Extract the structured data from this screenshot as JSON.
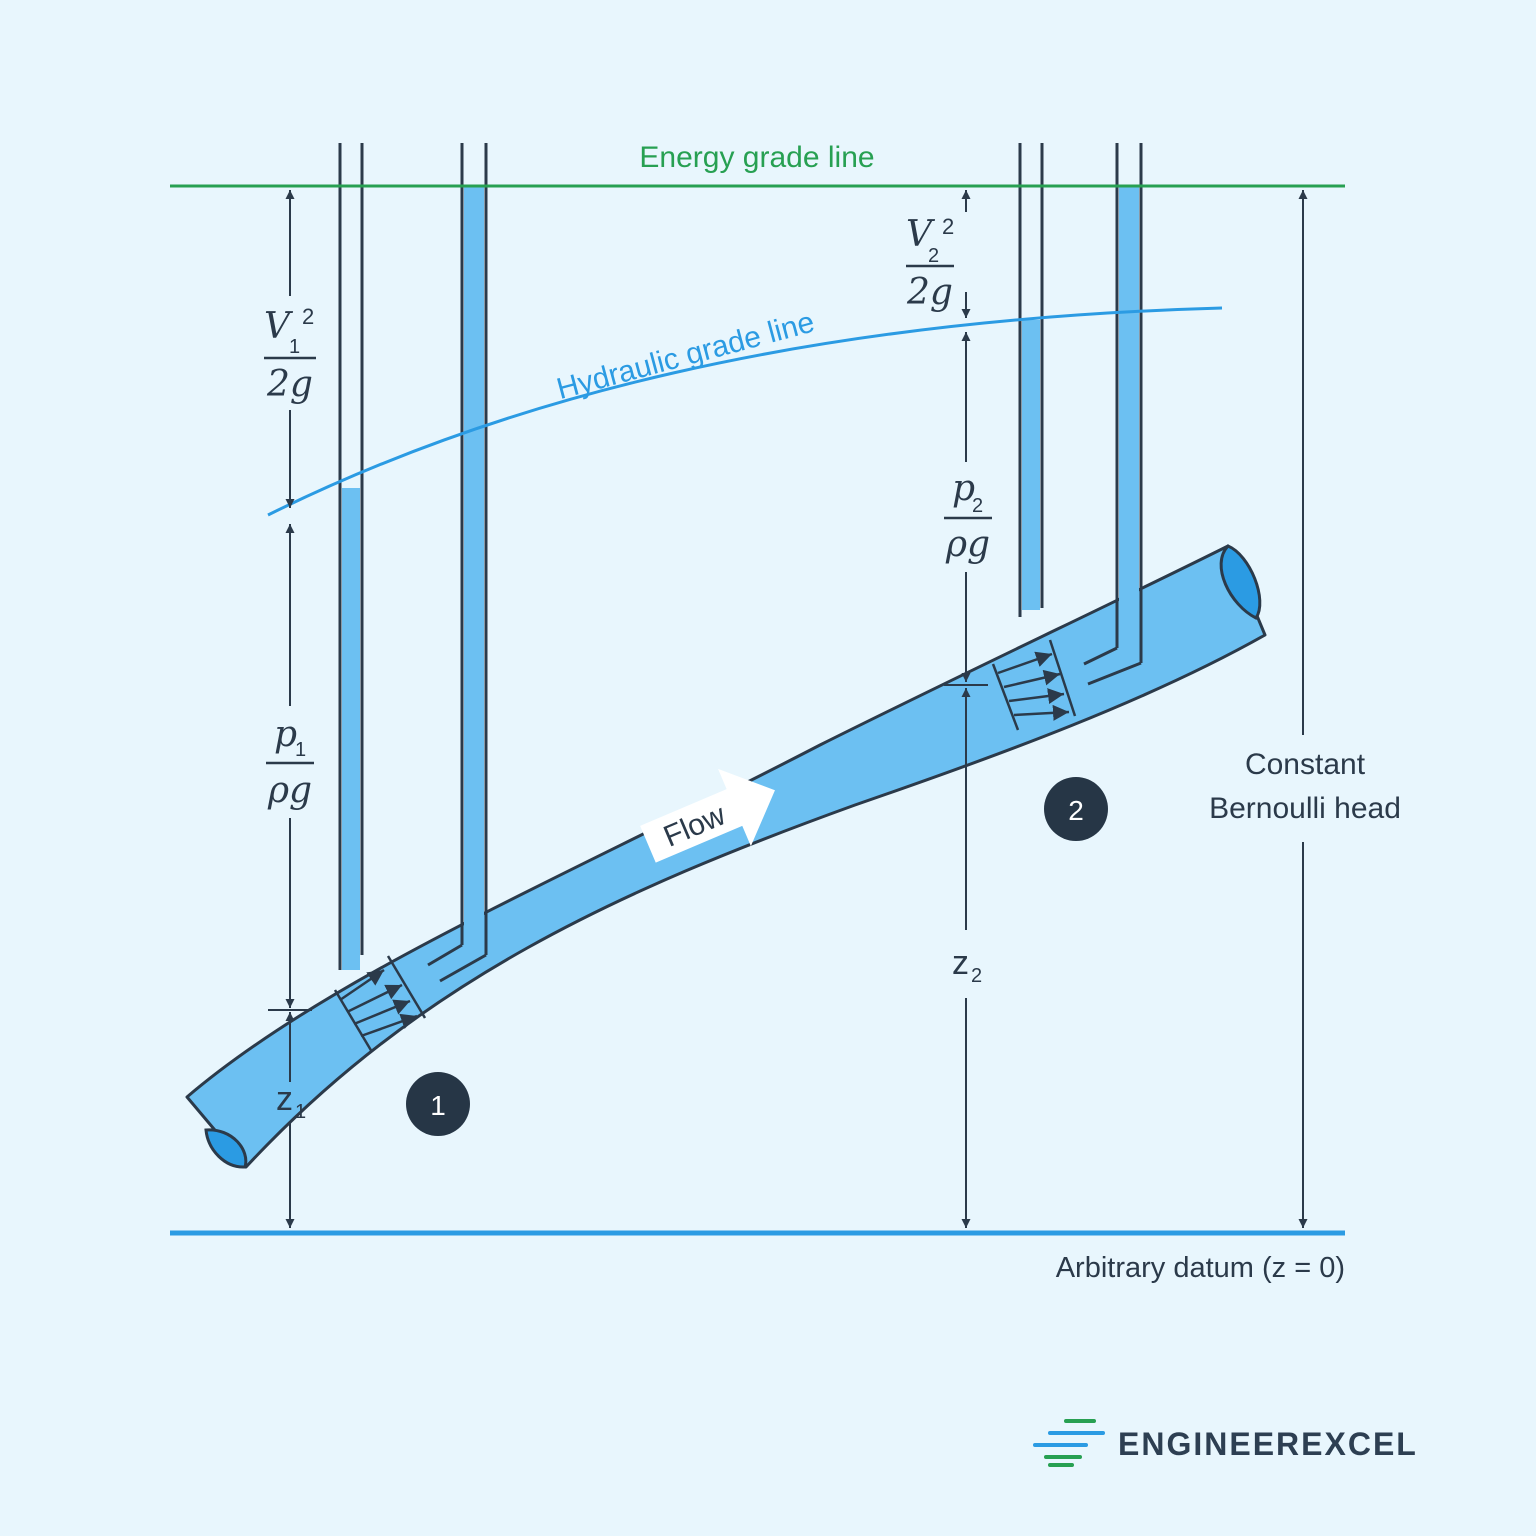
{
  "labels": {
    "energy_grade_line": "Energy grade line",
    "hydraulic_grade_line": "Hydraulic grade line",
    "constant_line1": "Constant",
    "constant_line2": "Bernoulli head",
    "datum": "Arbitrary datum (z = 0)",
    "flow": "Flow",
    "station1": "1",
    "station2": "2",
    "brand": "ENGINEEREXCEL"
  },
  "terms": {
    "v1_var": "V",
    "v1_sub": "1",
    "v1_pow": "2",
    "v1_den": "2g",
    "p1_var": "p",
    "p1_sub": "1",
    "p1_den": "ρg",
    "z1_var": "z",
    "z1_sub": "1",
    "v2_var": "V",
    "v2_sub": "2",
    "v2_pow": "2",
    "v2_den": "2g",
    "p2_var": "p",
    "p2_sub": "2",
    "p2_den": "ρg",
    "z2_var": "z",
    "z2_sub": "2"
  },
  "colors": {
    "background": "#e8f6fd",
    "pipe_fill": "#6cc0f2",
    "pipe_end": "#2b9be3",
    "energy_line": "#27a052",
    "hydraulic_line": "#2b9be3",
    "datum_line": "#2b9be3",
    "ink": "#2b3a4a",
    "badge": "#263646"
  }
}
